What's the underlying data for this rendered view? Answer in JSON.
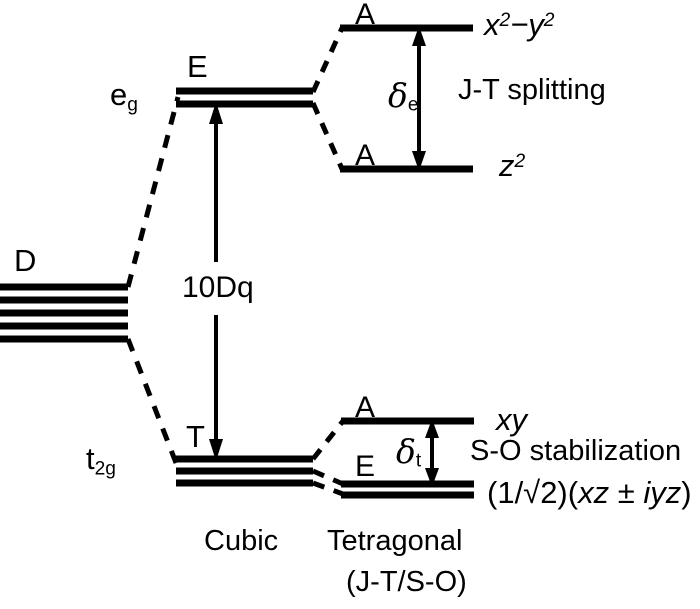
{
  "figure": {
    "type": "energy-level-diagram",
    "background_color": "#ffffff",
    "line_color": "#000000"
  },
  "free_ion": {
    "term_label": "D",
    "degeneracy": 5,
    "line_count": 5
  },
  "cubic_field": {
    "column_label": "Cubic",
    "levels": [
      {
        "id": "eg",
        "config_label": "e",
        "config_sub": "g",
        "term_label": "E",
        "line_count": 2
      },
      {
        "id": "t2g",
        "config_label": "t",
        "config_sub": "2g",
        "term_label": "T",
        "line_count": 3
      }
    ],
    "splitting_arrow": {
      "label": "10Dq"
    }
  },
  "tetragonal_field": {
    "column_label": "Tetragonal",
    "column_sublabel": "(J-T/S-O)",
    "levels": [
      {
        "id": "x2-y2",
        "term_label": "A",
        "orbital_prefix": "x",
        "orbital_sup1": "2",
        "orbital_mid": "−y",
        "orbital_sup2": "2",
        "line_count": 1
      },
      {
        "id": "z2",
        "term_label": "A",
        "orbital_prefix": "z",
        "orbital_sup1": "2",
        "line_count": 1
      },
      {
        "id": "xy",
        "term_label": "A",
        "orbital_label": "xy",
        "line_count": 1
      },
      {
        "id": "xz-iyz",
        "term_label": "E",
        "orbital_prefix": "(1/√2)(",
        "orbital_italic": "xz ± iyz",
        "orbital_suffix": ")",
        "line_count": 2
      }
    ]
  },
  "annotations": {
    "delta_e": {
      "symbol": "δ",
      "subscript": "e",
      "description": "J-T splitting"
    },
    "delta_t": {
      "symbol": "δ",
      "subscript": "t",
      "description": "S-O stabilization"
    }
  }
}
